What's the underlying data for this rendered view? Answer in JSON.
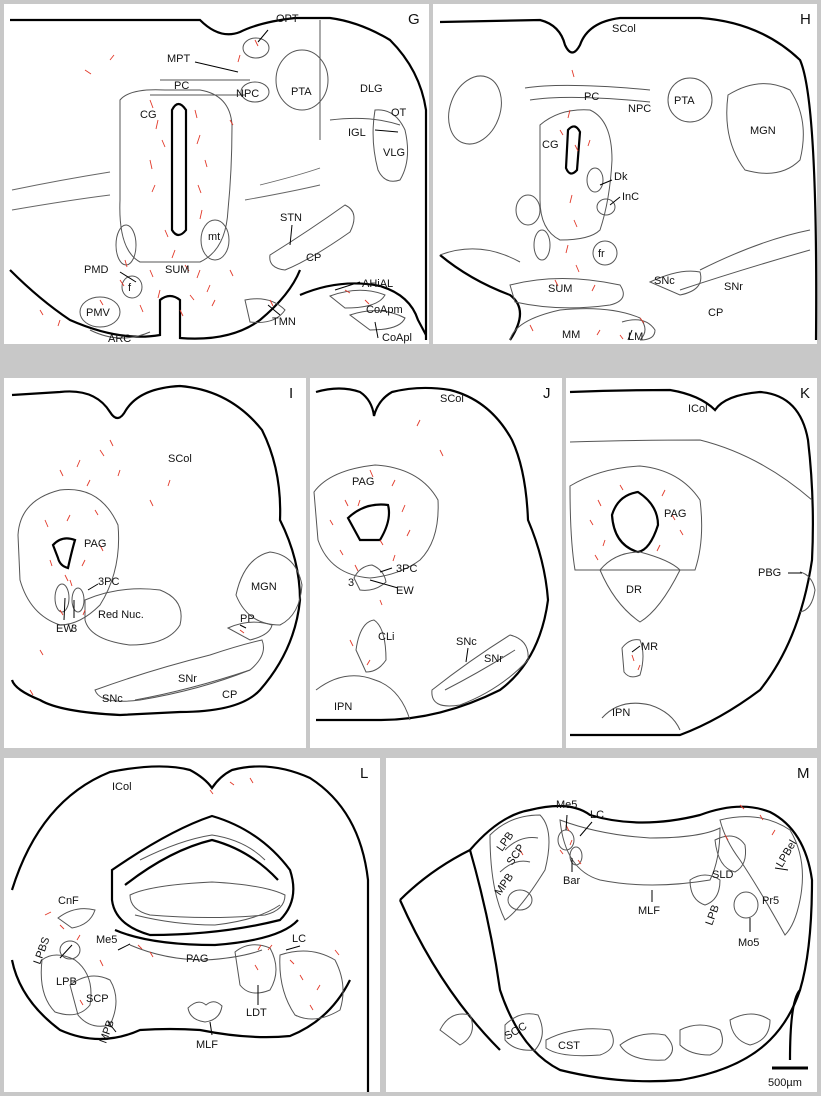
{
  "colors": {
    "fibers": "#e23a2a",
    "outline": "#000000",
    "region": "#555555",
    "frame": "#c8c8c8"
  },
  "panels": {
    "G": {
      "label": "G",
      "regions": [
        "MPT",
        "OPT",
        "PC",
        "NPC",
        "PTA",
        "DLG",
        "OT",
        "IGL",
        "VLG",
        "CG",
        "mt",
        "STN",
        "CP",
        "PMD",
        "f",
        "SUM",
        "PMV",
        "ARC",
        "TMN",
        "AHiAL",
        "CoApm",
        "CoApl"
      ]
    },
    "H": {
      "label": "H",
      "regions": [
        "SCol",
        "PC",
        "NPC",
        "PTA",
        "MGN",
        "CG",
        "Dk",
        "InC",
        "fr",
        "SNc",
        "SNr",
        "CP",
        "SUM",
        "MM",
        "LM"
      ]
    },
    "I": {
      "label": "I",
      "regions": [
        "SCol",
        "PAG",
        "3PC",
        "MGN",
        "PP",
        "EW",
        "3",
        "Red Nuc.",
        "SNr",
        "SNc",
        "CP"
      ]
    },
    "J": {
      "label": "J",
      "regions": [
        "SCol",
        "PAG",
        "3PC",
        "3",
        "EW",
        "CLi",
        "SNc",
        "SNr",
        "IPN"
      ]
    },
    "K": {
      "label": "K",
      "regions": [
        "ICol",
        "PAG",
        "PBG",
        "DR",
        "MR",
        "IPN"
      ]
    },
    "L": {
      "label": "L",
      "regions": [
        "ICol",
        "CnF",
        "Me5",
        "LC",
        "LPBS",
        "PAG",
        "LPB",
        "SCP",
        "MPB",
        "LDT",
        "MLF"
      ]
    },
    "M": {
      "label": "M",
      "regions": [
        "Me5",
        "LC",
        "LPBel",
        "LPB",
        "SCP",
        "MPB",
        "Bar",
        "SLD",
        "MLF",
        "LPB",
        "Pr5",
        "Mo5",
        "SOC",
        "CST"
      ],
      "scale_bar": "500µm"
    }
  }
}
